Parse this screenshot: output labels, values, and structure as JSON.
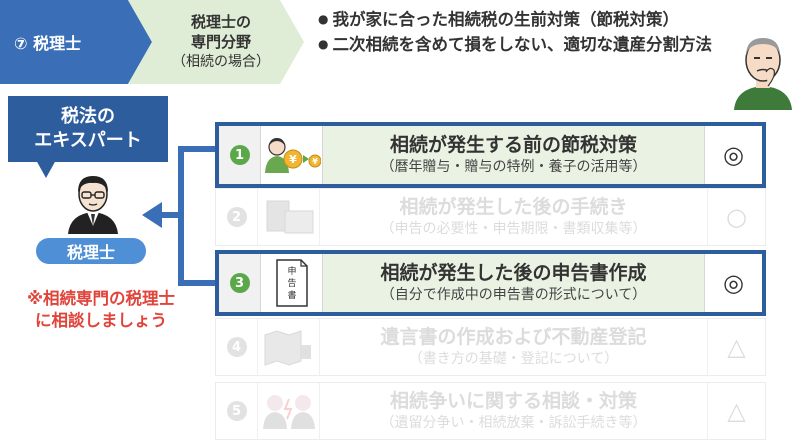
{
  "header": {
    "section_label": "⑦ 税理士",
    "field_title_line1": "税理士の",
    "field_title_line2": "専門分野",
    "field_title_sub": "（相続の場合）",
    "points": [
      "我が家に合った相続税の生前対策（節税対策）",
      "二次相続を含めて損をしない、適切な遺産分割方法"
    ]
  },
  "expert": {
    "bubble_line1": "税法の",
    "bubble_line2": "エキスパート",
    "role_label": "税理士",
    "advice_line1": "※相続専門の税理士",
    "advice_line2": "に相談しましょう"
  },
  "items": [
    {
      "num": "1",
      "title": "相続が発生する前の節税対策",
      "sub": "（暦年贈与・贈与の特例・養子の活用等）",
      "mark": "◎",
      "state": "active"
    },
    {
      "num": "2",
      "title": "相続が発生した後の手続き",
      "sub": "（申告の必要性・申告期限・書類収集等）",
      "mark": "○",
      "state": "dim"
    },
    {
      "num": "3",
      "title": "相続が発生した後の申告書作成",
      "sub": "（自分で作成中の申告書の形式について）",
      "mark": "◎",
      "state": "active"
    },
    {
      "num": "4",
      "title": "遺言書の作成および不動産登記",
      "sub": "（書き方の基礎・登記について）",
      "mark": "△",
      "state": "dim"
    },
    {
      "num": "5",
      "title": "相続争いに関する相談・対策",
      "sub": "（遺留分争い・相続放棄・訴訟手続き等）",
      "mark": "△",
      "state": "dim"
    }
  ],
  "icons": {
    "row1": "person-with-coins-icon",
    "row2": "calculator-documents-icon",
    "row3": "tax-return-document-icon",
    "row4": "map-and-stamp-icon",
    "row5": "two-people-conflict-icon"
  },
  "doc_icon_text": "申告書",
  "colors": {
    "primary_blue": "#2e5d9e",
    "accent_blue": "#3a6fb7",
    "light_green": "#dfecd6",
    "number_green": "#5aa84a",
    "advice_red": "#e0443a"
  }
}
